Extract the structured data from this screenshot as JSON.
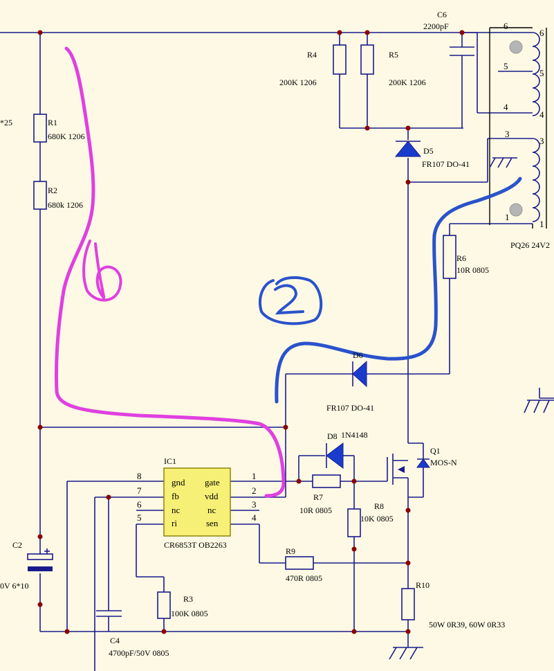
{
  "colors": {
    "background": "#fdf9e4",
    "wire": "#1a1a8c",
    "junction": "#8b0000",
    "ic_fill": "#f6f076",
    "annotation_magenta": "#e040e0",
    "annotation_blue": "#2a52cc"
  },
  "labels": {
    "c6": "C6",
    "c6_value": "2200pF",
    "r4": "R4",
    "r4_value": "200K 1206",
    "r5": "R5",
    "r5_value": "200K 1206",
    "edge_25": "*25",
    "r1": "R1",
    "r1_value": "680K 1206",
    "r2": "R2",
    "r2_value": "680k 1206",
    "d5": "D5",
    "d5_value": "FR107 DO-41",
    "r6": "R6",
    "r6_value": "10R 0805",
    "transformer": "PQ26 24V2",
    "d6": "D6",
    "d6_value": "FR107 DO-41",
    "d8": "D8",
    "d8_value": "1N4148",
    "q1": "Q1",
    "q1_value": "MOS-N",
    "ic1": "IC1",
    "ic1_value": "CR6853T  OB2263",
    "r7": "R7",
    "r7_value": "10R 0805",
    "r8": "R8",
    "r8_value": "10K 0805",
    "c2": "C2",
    "c2_value": "0V  6*10",
    "r9": "R9",
    "r9_value": "470R 0805",
    "r10": "R10",
    "r10_value": "50W 0R39, 60W 0R33",
    "r3": "R3",
    "r3_value": "100K 0805",
    "c4": "C4",
    "c4_value": "4700pF/50V 0805"
  },
  "tx_pins": {
    "p6": "6",
    "p5": "5",
    "p4": "4",
    "p3": "3",
    "p1": "1"
  },
  "ic_pins": {
    "left": [
      {
        "num": "8",
        "name": "gnd"
      },
      {
        "num": "7",
        "name": "fb"
      },
      {
        "num": "6",
        "name": "nc"
      },
      {
        "num": "5",
        "name": "ri"
      }
    ],
    "right": [
      {
        "num": "1",
        "name": "gate"
      },
      {
        "num": "2",
        "name": "vdd"
      },
      {
        "num": "3",
        "name": "nc"
      },
      {
        "num": "4",
        "name": "sen"
      }
    ]
  }
}
